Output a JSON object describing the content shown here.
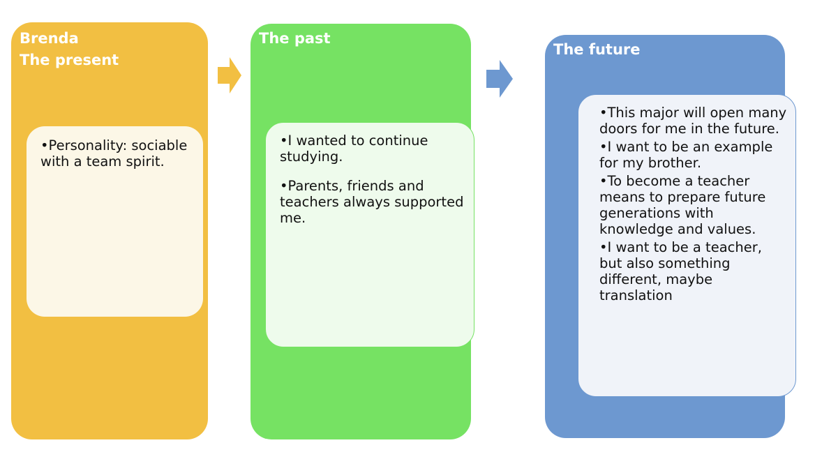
{
  "panels": {
    "present": {
      "title_line1": "Brenda",
      "title_line2": "The present",
      "bullets": [
        "Personality: sociable with a team spirit."
      ],
      "color": "#f2bf42",
      "card_color": "#fcf7e7"
    },
    "past": {
      "title": "The past",
      "bullets": [
        "I wanted to continue studying.",
        "Parents, friends and teachers always supported me."
      ],
      "color": "#76e263",
      "card_color": "#eefbec"
    },
    "future": {
      "title": "The future",
      "bullets": [
        "This major will open many doors for me in the future.",
        "I want to be an example for my brother.",
        "To become a teacher means to prepare future generations with knowledge and values.",
        "I want to be a teacher, but also something different, maybe translation"
      ],
      "color": "#6d98d0",
      "card_color": "#f0f3f9"
    }
  },
  "bullet_symbol": "•",
  "arrows": {
    "arrow_1": {
      "icon": "right-arrow-icon",
      "color": "#f2bf42"
    },
    "arrow_2": {
      "icon": "right-arrow-icon",
      "color": "#6d98d0"
    }
  }
}
